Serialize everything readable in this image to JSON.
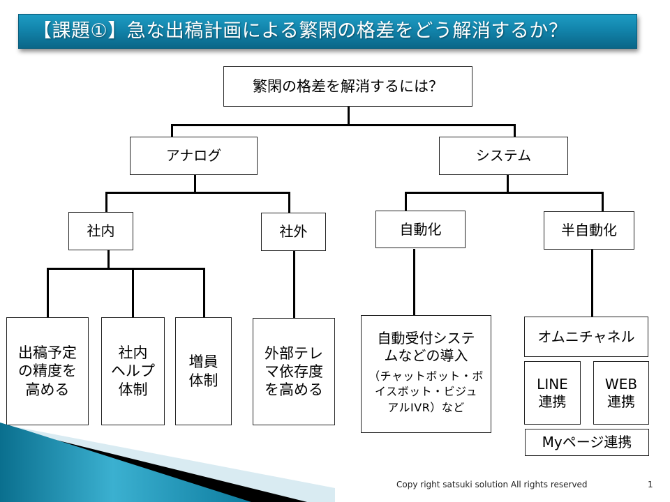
{
  "slide": {
    "title": "【課題①】急な出稿計画による繁閑の格差をどう解消するか？",
    "footer": "Copy right satsuki solution All rights reserved",
    "page_number": "1",
    "accent_color": "#1284ab"
  },
  "tree": {
    "root": "繁閑の格差を解消するには？",
    "analog": {
      "label": "アナログ",
      "internal": {
        "label": "社内",
        "children": [
          [
            "出稿予定",
            "の精度を",
            "高める"
          ],
          [
            "社内",
            "ヘルプ",
            "体制"
          ],
          [
            "増員",
            "体制"
          ]
        ]
      },
      "external": {
        "label": "社外",
        "children": [
          [
            "外部テレ",
            "マ依存度",
            "を高める"
          ]
        ]
      }
    },
    "system": {
      "label": "システム",
      "auto": {
        "label": "自動化",
        "child": {
          "lines": [
            "自動受付システ",
            "ムなどの導入"
          ],
          "sub_lines": [
            "（チャットボット・ボ",
            "イスボット・ビジュ",
            "アルIVR）など"
          ]
        }
      },
      "semi_auto": {
        "label": "半自動化",
        "omni": "オムニチャネル",
        "line_link": [
          "LINE",
          "連携"
        ],
        "web_link": [
          "WEB",
          "連携"
        ],
        "mypage_link": "Myページ連携"
      }
    }
  }
}
